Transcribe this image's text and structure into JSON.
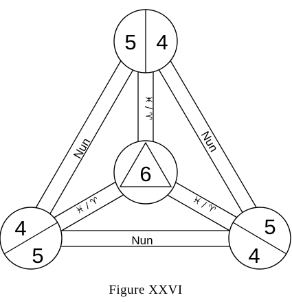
{
  "nodes": {
    "top": {
      "left": "5",
      "right": "4"
    },
    "center": {
      "value": "6"
    },
    "bottom_left": {
      "upper": "4",
      "lower": "5"
    },
    "bottom_right": {
      "upper": "5",
      "lower": "4"
    }
  },
  "bands": {
    "top_left": "Nun",
    "top_right": "Nun",
    "bottom": "Nun",
    "spoke_top": "♓ / ♈",
    "spoke_left": "♓ / ♈",
    "spoke_right": "♓ / ♈"
  },
  "caption": "Figure XXVI"
}
